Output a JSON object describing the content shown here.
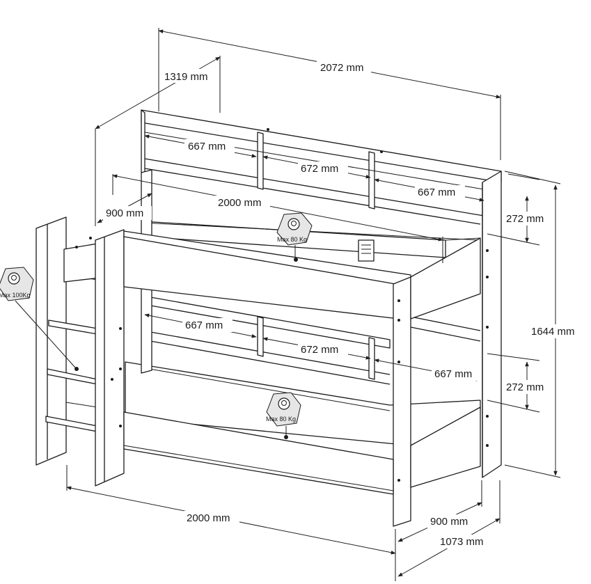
{
  "dimensions": {
    "top_width": "2072 mm",
    "top_depth": "1319 mm",
    "shelf_upper_left": "667 mm",
    "shelf_upper_middle": "672 mm",
    "shelf_upper_right": "667 mm",
    "upper_bed_length": "2000 mm",
    "upper_bed_depth": "900 mm",
    "upper_shelf_height": "272 mm",
    "total_height": "1644 mm",
    "shelf_lower_left": "667 mm",
    "shelf_lower_middle": "672 mm",
    "shelf_lower_right": "667 mm",
    "lower_shelf_height": "272 mm",
    "base_length": "2000 mm",
    "base_depth_inner": "900 mm",
    "base_depth_outer": "1073 mm"
  },
  "load_labels": {
    "upper_bed": "Max 80  Kg",
    "lower_bed": "Max 80  Kg",
    "ladder": "Max 100Kg"
  },
  "colors": {
    "line": "#1a1a1a",
    "background": "#ffffff"
  }
}
